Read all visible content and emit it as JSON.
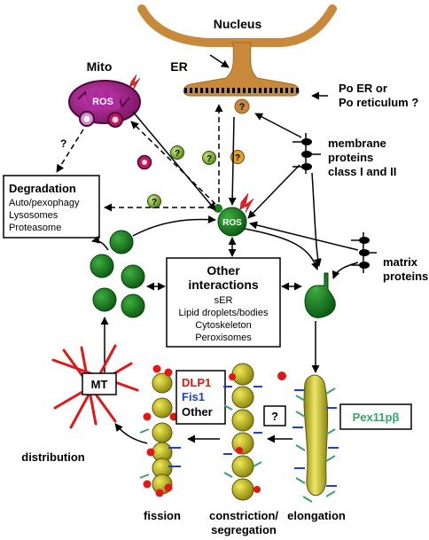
{
  "labels": {
    "nucleus": "Nucleus",
    "mito": "Mito",
    "er": "ER",
    "ros_mito": "ROS",
    "ros_center": "ROS",
    "po_er_line1": "Po ER or",
    "po_er_line2": "Po reticulum ?",
    "membrane_line1": "membrane",
    "membrane_line2": "proteins",
    "membrane_line3": "class I and II",
    "matrix_line1": "matrix",
    "matrix_line2": "proteins",
    "question": "?",
    "mt": "MT",
    "pex": "Pex11pβ",
    "distribution": "distribution",
    "fission": "fission",
    "constriction_line1": "constriction/",
    "constriction_line2": "segregation",
    "elongation": "elongation"
  },
  "degradation": {
    "title": "Degradation",
    "items": [
      "Auto/pexophagy",
      "Lysosomes",
      "Proteasome"
    ]
  },
  "other_interactions": {
    "title_line1": "Other",
    "title_line2": "interactions",
    "items": [
      "sER",
      "Lipid droplets/bodies",
      "Cytoskeleton",
      "Peroxisomes"
    ]
  },
  "legend": {
    "dlp1": "DLP1",
    "fis1": "Fis1",
    "other": "Other"
  },
  "colors": {
    "nucleus_brown": "#c8893a",
    "mito_purple": "#8b1a6b",
    "mito_inner": "#b02ca0",
    "ros_red": "#e8222a",
    "peroxisome_green": "#1e7a1e",
    "question_green": "#8fbf3a",
    "yellow_bead": "#c9c210",
    "dlp1_red": "#e01818",
    "fis1_blue": "#1a3ee0",
    "pex_green": "#3aa06e"
  }
}
